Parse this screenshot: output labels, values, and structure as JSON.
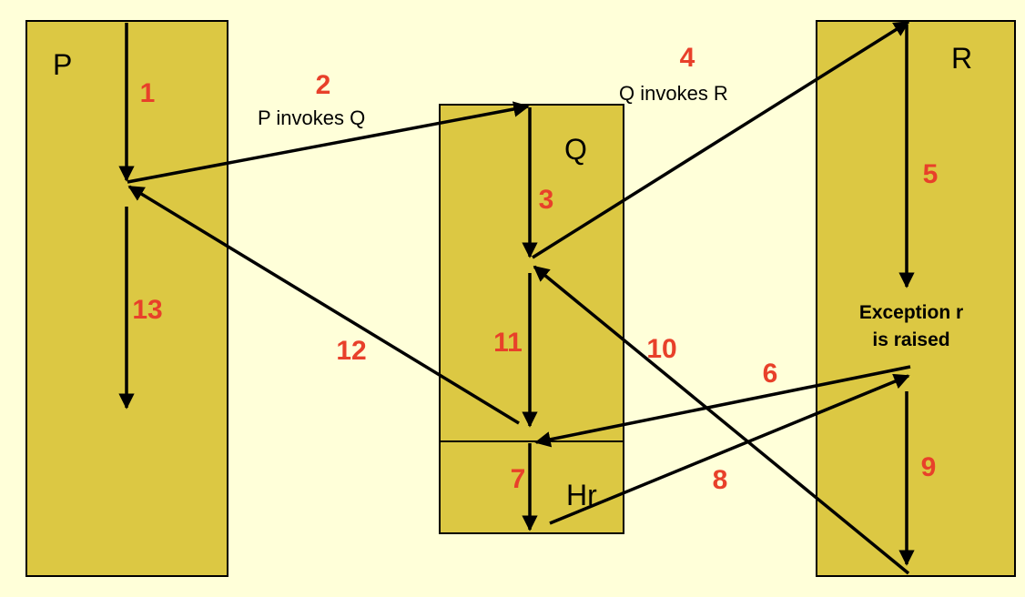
{
  "diagram": {
    "boxes": {
      "p": "P",
      "q": "Q",
      "r": "R",
      "handler": "Hr"
    },
    "captions": {
      "p_invokes_q": "P invokes Q",
      "q_invokes_r": "Q invokes R",
      "exception_line1": "Exception r",
      "exception_line2": "is raised"
    },
    "steps": [
      "1",
      "2",
      "3",
      "4",
      "5",
      "6",
      "7",
      "8",
      "9",
      "10",
      "11",
      "12",
      "13"
    ],
    "colors": {
      "box_fill": "#dcc843",
      "background": "#ffffd9",
      "step_number": "#e8402a",
      "line": "#000000"
    }
  }
}
